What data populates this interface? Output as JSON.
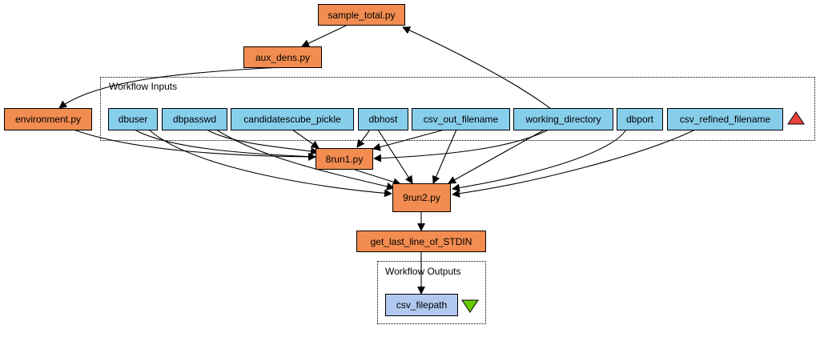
{
  "processes": {
    "sample_total": "sample_total.py",
    "aux_dens": "aux_dens.py",
    "environment": "environment.py",
    "run1": "8run1.py",
    "run2": "9run2.py",
    "get_last_line": "get_last_line_of_STDIN"
  },
  "workflow_inputs": {
    "label": "Workflow Inputs",
    "items": {
      "dbuser": "dbuser",
      "dbpasswd": "dbpasswd",
      "candidatescube_pickle": "candidatescube_pickle",
      "dbhost": "dbhost",
      "csv_out_filename": "csv_out_filename",
      "working_directory": "working_directory",
      "dbport": "dbport",
      "csv_refined_filename": "csv_refined_filename"
    },
    "marker_icon": "red-up-triangle",
    "marker_color": "#e8413b"
  },
  "workflow_outputs": {
    "label": "Workflow Outputs",
    "items": {
      "csv_filepath": "csv_filepath"
    },
    "marker_icon": "green-down-triangle",
    "marker_color": "#66cc00"
  },
  "colors": {
    "process": "#f28c50",
    "input": "#87ceeb",
    "output": "#b0c8ee"
  }
}
